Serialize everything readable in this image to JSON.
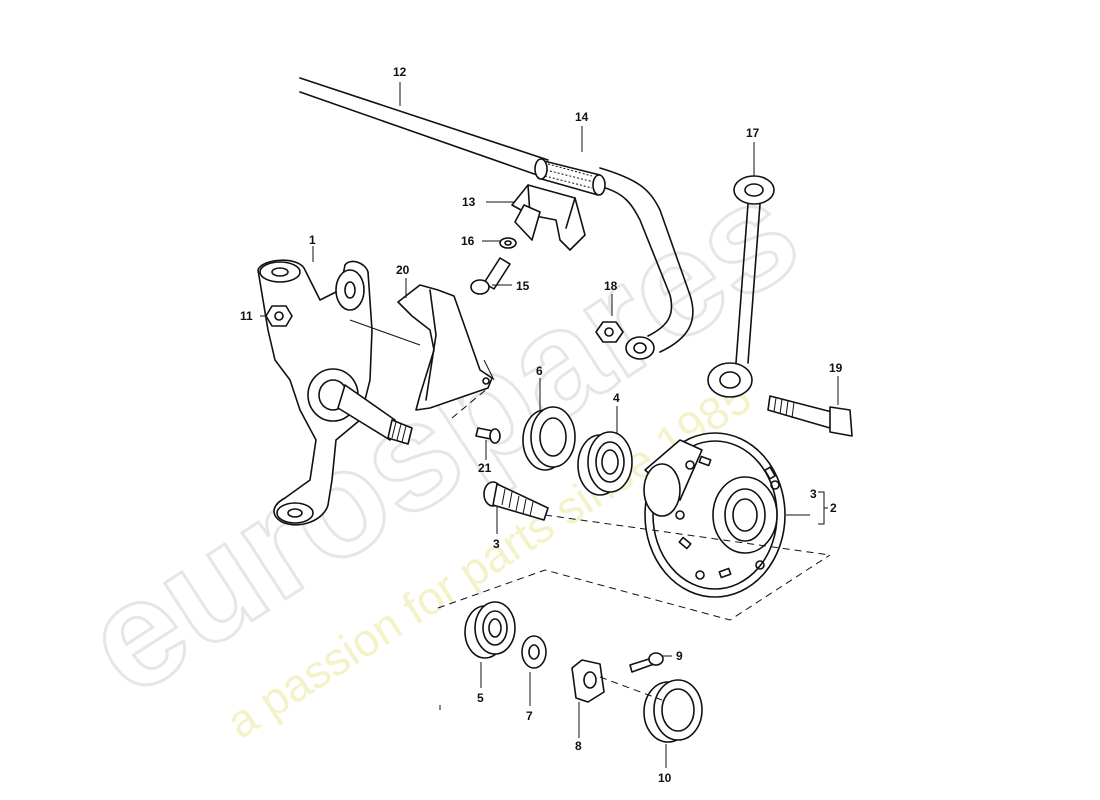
{
  "watermark": {
    "logo_text": "eurospares",
    "tagline": "a passion for parts since 1985"
  },
  "callouts": {
    "c1": "1",
    "c2": "2",
    "c3a": "3",
    "c3b": "3",
    "c4": "4",
    "c5": "5",
    "c6": "6",
    "c7": "7",
    "c8": "8",
    "c9": "9",
    "c10": "10",
    "c11": "11",
    "c12": "12",
    "c13": "13",
    "c14": "14",
    "c15": "15",
    "c16": "16",
    "c17": "17",
    "c18": "18",
    "c19": "19",
    "c20": "20",
    "c21": "21"
  }
}
